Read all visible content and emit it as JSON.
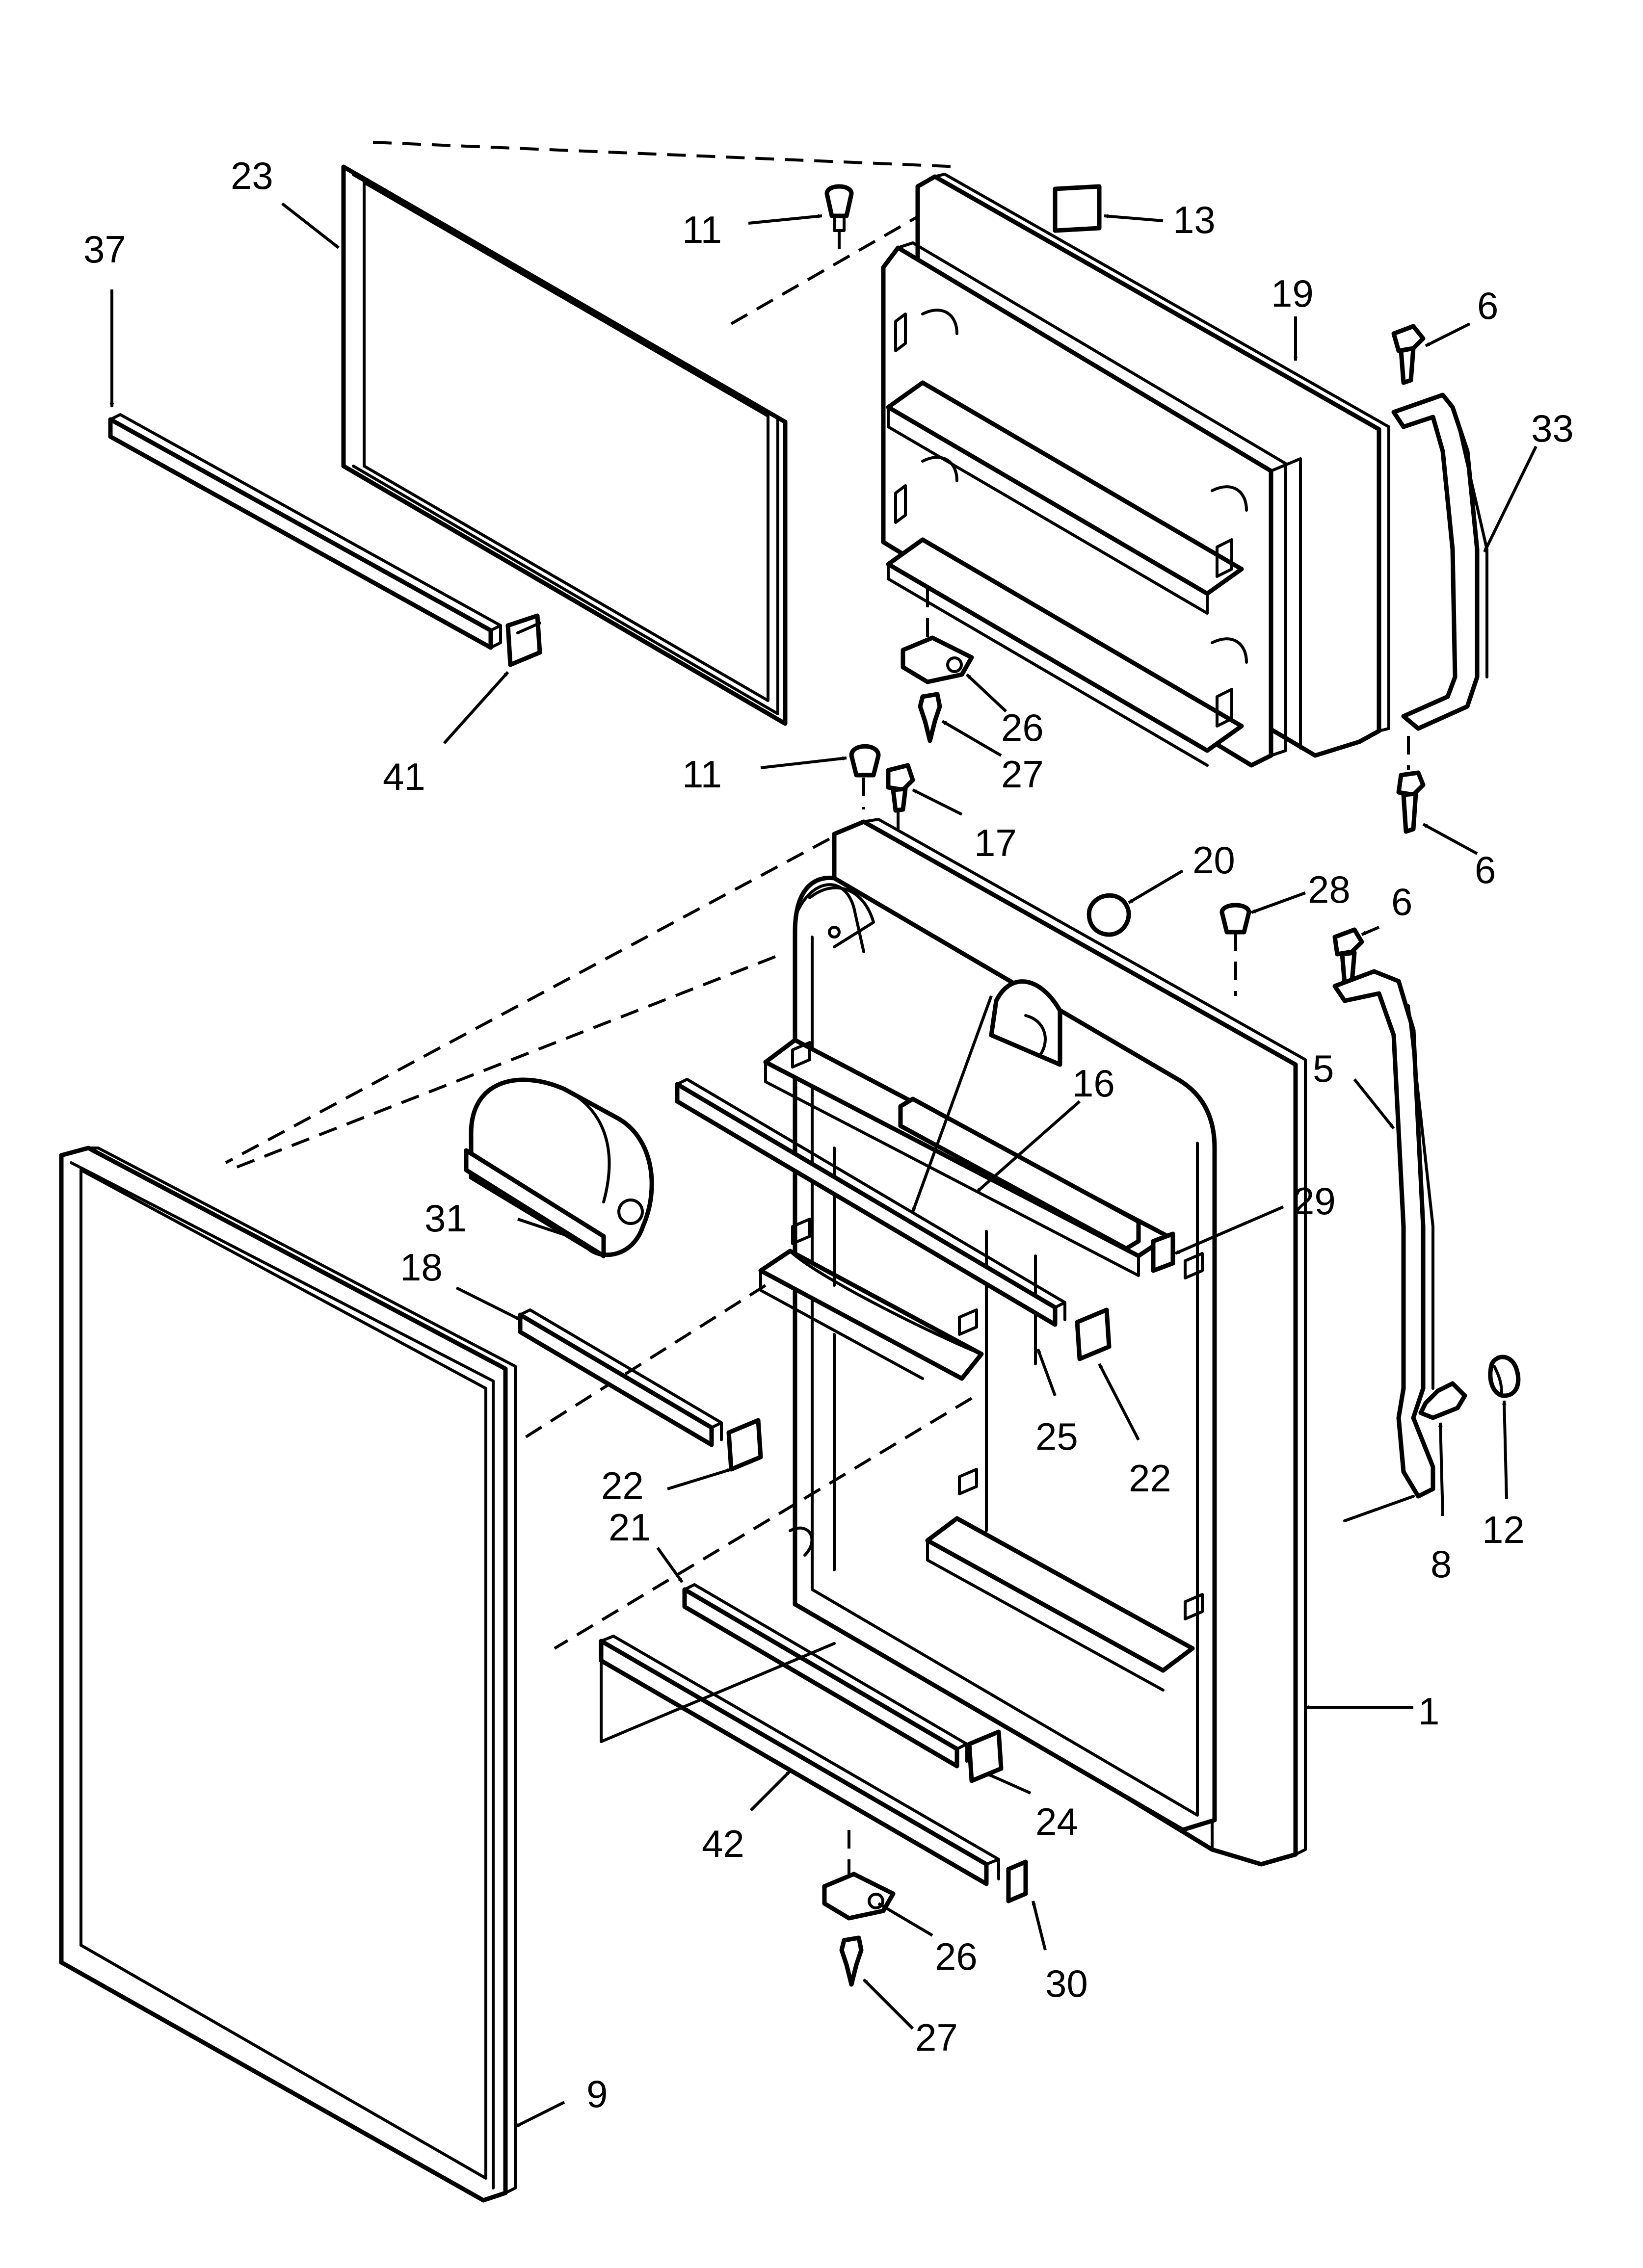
{
  "callouts": [
    {
      "id": "c23",
      "label": "23"
    },
    {
      "id": "c37",
      "label": "37"
    },
    {
      "id": "c41",
      "label": "41"
    },
    {
      "id": "c11a",
      "label": "11"
    },
    {
      "id": "c13",
      "label": "13"
    },
    {
      "id": "c19",
      "label": "19"
    },
    {
      "id": "c6a",
      "label": "6"
    },
    {
      "id": "c33",
      "label": "33"
    },
    {
      "id": "c26a",
      "label": "26"
    },
    {
      "id": "c27a",
      "label": "27"
    },
    {
      "id": "c6b",
      "label": "6"
    },
    {
      "id": "c11b",
      "label": "11"
    },
    {
      "id": "c17",
      "label": "17"
    },
    {
      "id": "c20",
      "label": "20"
    },
    {
      "id": "c28",
      "label": "28"
    },
    {
      "id": "c6c",
      "label": "6"
    },
    {
      "id": "c5",
      "label": "5"
    },
    {
      "id": "c16",
      "label": "16"
    },
    {
      "id": "c29",
      "label": "29"
    },
    {
      "id": "c31",
      "label": "31"
    },
    {
      "id": "c18",
      "label": "18"
    },
    {
      "id": "c25",
      "label": "25"
    },
    {
      "id": "c22a",
      "label": "22"
    },
    {
      "id": "c22b",
      "label": "22"
    },
    {
      "id": "c21",
      "label": "21"
    },
    {
      "id": "c8",
      "label": "8"
    },
    {
      "id": "c12",
      "label": "12"
    },
    {
      "id": "c1",
      "label": "1"
    },
    {
      "id": "c24",
      "label": "24"
    },
    {
      "id": "c42",
      "label": "42"
    },
    {
      "id": "c26b",
      "label": "26"
    },
    {
      "id": "c30",
      "label": "30"
    },
    {
      "id": "c27b",
      "label": "27"
    },
    {
      "id": "c9",
      "label": "9"
    }
  ]
}
